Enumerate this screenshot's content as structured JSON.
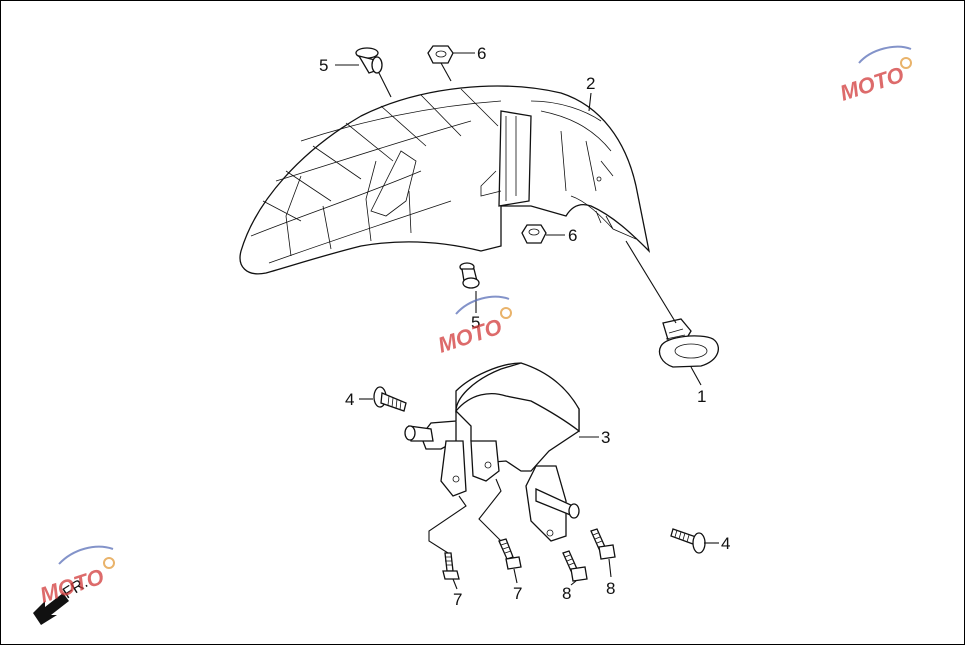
{
  "callouts": {
    "c1": "1",
    "c2": "2",
    "c3": "3",
    "c4a": "4",
    "c4b": "4",
    "c5a": "5",
    "c5b": "5",
    "c6a": "6",
    "c6b": "6",
    "c7a": "7",
    "c7b": "7",
    "c8a": "8",
    "c8b": "8"
  },
  "direction_label": "FR.",
  "watermark": {
    "text": "MOTO",
    "colors": {
      "red": "#d23a3a",
      "blue": "#5a6fb8",
      "orange": "#e29a3a"
    }
  },
  "colors": {
    "line": "#111111",
    "background": "#ffffff"
  }
}
